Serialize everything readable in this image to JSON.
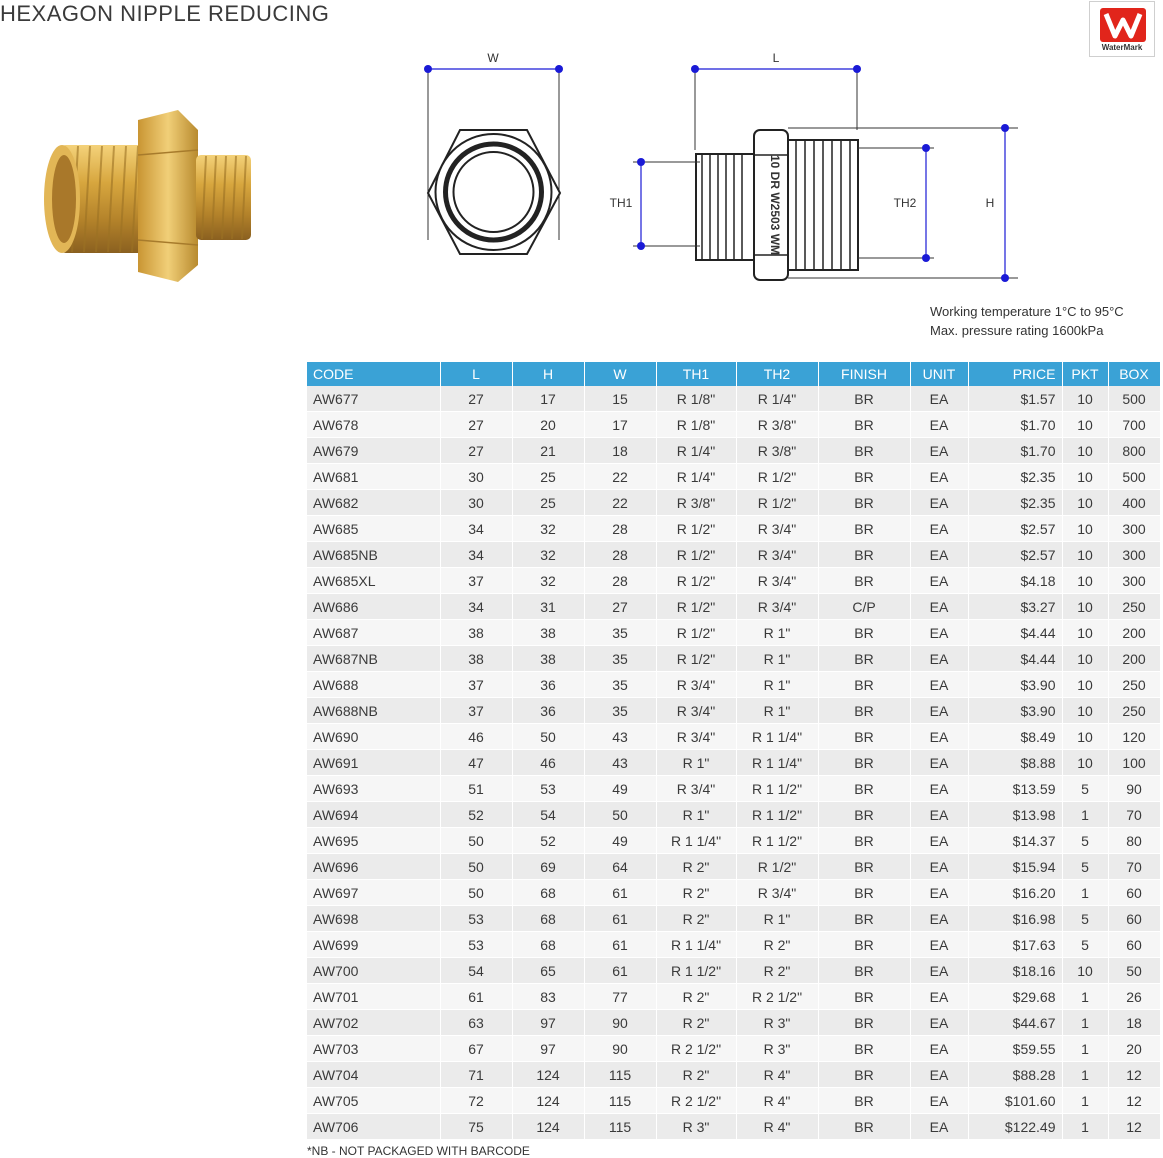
{
  "title": "HEXAGON NIPPLE REDUCING",
  "badge": {
    "text": "WaterMark",
    "color": "#e1251b"
  },
  "diagram": {
    "w": "W",
    "l": "L",
    "th1": "TH1",
    "th2": "TH2",
    "h": "H",
    "marking": "10 DR W2503 WM"
  },
  "specs": {
    "temperature": "Working temperature 1°C to 95°C",
    "pressure": "Max. pressure rating 1600kPa"
  },
  "table": {
    "header_color": "#3aa2d6",
    "columns": [
      "CODE",
      "L",
      "H",
      "W",
      "TH1",
      "TH2",
      "FINISH",
      "UNIT",
      "PRICE",
      "PKT",
      "BOX"
    ],
    "rows": [
      [
        "AW677",
        "27",
        "17",
        "15",
        "R 1/8\"",
        "R 1/4\"",
        "BR",
        "EA",
        "$1.57",
        "10",
        "500"
      ],
      [
        "AW678",
        "27",
        "20",
        "17",
        "R 1/8\"",
        "R 3/8\"",
        "BR",
        "EA",
        "$1.70",
        "10",
        "700"
      ],
      [
        "AW679",
        "27",
        "21",
        "18",
        "R 1/4\"",
        "R 3/8\"",
        "BR",
        "EA",
        "$1.70",
        "10",
        "800"
      ],
      [
        "AW681",
        "30",
        "25",
        "22",
        "R 1/4\"",
        "R 1/2\"",
        "BR",
        "EA",
        "$2.35",
        "10",
        "500"
      ],
      [
        "AW682",
        "30",
        "25",
        "22",
        "R 3/8\"",
        "R 1/2\"",
        "BR",
        "EA",
        "$2.35",
        "10",
        "400"
      ],
      [
        "AW685",
        "34",
        "32",
        "28",
        "R 1/2\"",
        "R 3/4\"",
        "BR",
        "EA",
        "$2.57",
        "10",
        "300"
      ],
      [
        "AW685NB",
        "34",
        "32",
        "28",
        "R 1/2\"",
        "R 3/4\"",
        "BR",
        "EA",
        "$2.57",
        "10",
        "300"
      ],
      [
        "AW685XL",
        "37",
        "32",
        "28",
        "R 1/2\"",
        "R 3/4\"",
        "BR",
        "EA",
        "$4.18",
        "10",
        "300"
      ],
      [
        "AW686",
        "34",
        "31",
        "27",
        "R 1/2\"",
        "R 3/4\"",
        "C/P",
        "EA",
        "$3.27",
        "10",
        "250"
      ],
      [
        "AW687",
        "38",
        "38",
        "35",
        "R 1/2\"",
        "R 1\"",
        "BR",
        "EA",
        "$4.44",
        "10",
        "200"
      ],
      [
        "AW687NB",
        "38",
        "38",
        "35",
        "R 1/2\"",
        "R 1\"",
        "BR",
        "EA",
        "$4.44",
        "10",
        "200"
      ],
      [
        "AW688",
        "37",
        "36",
        "35",
        "R 3/4\"",
        "R 1\"",
        "BR",
        "EA",
        "$3.90",
        "10",
        "250"
      ],
      [
        "AW688NB",
        "37",
        "36",
        "35",
        "R 3/4\"",
        "R 1\"",
        "BR",
        "EA",
        "$3.90",
        "10",
        "250"
      ],
      [
        "AW690",
        "46",
        "50",
        "43",
        "R 3/4\"",
        "R 1 1/4\"",
        "BR",
        "EA",
        "$8.49",
        "10",
        "120"
      ],
      [
        "AW691",
        "47",
        "46",
        "43",
        "R 1\"",
        "R 1 1/4\"",
        "BR",
        "EA",
        "$8.88",
        "10",
        "100"
      ],
      [
        "AW693",
        "51",
        "53",
        "49",
        "R 3/4\"",
        "R 1 1/2\"",
        "BR",
        "EA",
        "$13.59",
        "5",
        "90"
      ],
      [
        "AW694",
        "52",
        "54",
        "50",
        "R 1\"",
        "R 1 1/2\"",
        "BR",
        "EA",
        "$13.98",
        "1",
        "70"
      ],
      [
        "AW695",
        "50",
        "52",
        "49",
        "R 1 1/4\"",
        "R 1 1/2\"",
        "BR",
        "EA",
        "$14.37",
        "5",
        "80"
      ],
      [
        "AW696",
        "50",
        "69",
        "64",
        "R 2\"",
        "R 1/2\"",
        "BR",
        "EA",
        "$15.94",
        "5",
        "70"
      ],
      [
        "AW697",
        "50",
        "68",
        "61",
        "R 2\"",
        "R 3/4\"",
        "BR",
        "EA",
        "$16.20",
        "1",
        "60"
      ],
      [
        "AW698",
        "53",
        "68",
        "61",
        "R 2\"",
        "R 1\"",
        "BR",
        "EA",
        "$16.98",
        "5",
        "60"
      ],
      [
        "AW699",
        "53",
        "68",
        "61",
        "R 1 1/4\"",
        "R 2\"",
        "BR",
        "EA",
        "$17.63",
        "5",
        "60"
      ],
      [
        "AW700",
        "54",
        "65",
        "61",
        "R 1 1/2\"",
        "R 2\"",
        "BR",
        "EA",
        "$18.16",
        "10",
        "50"
      ],
      [
        "AW701",
        "61",
        "83",
        "77",
        "R 2\"",
        "R 2 1/2\"",
        "BR",
        "EA",
        "$29.68",
        "1",
        "26"
      ],
      [
        "AW702",
        "63",
        "97",
        "90",
        "R 2\"",
        "R 3\"",
        "BR",
        "EA",
        "$44.67",
        "1",
        "18"
      ],
      [
        "AW703",
        "67",
        "97",
        "90",
        "R 2 1/2\"",
        "R 3\"",
        "BR",
        "EA",
        "$59.55",
        "1",
        "20"
      ],
      [
        "AW704",
        "71",
        "124",
        "115",
        "R 2\"",
        "R 4\"",
        "BR",
        "EA",
        "$88.28",
        "1",
        "12"
      ],
      [
        "AW705",
        "72",
        "124",
        "115",
        "R 2 1/2\"",
        "R 4\"",
        "BR",
        "EA",
        "$101.60",
        "1",
        "12"
      ],
      [
        "AW706",
        "75",
        "124",
        "115",
        "R 3\"",
        "R 4\"",
        "BR",
        "EA",
        "$122.49",
        "1",
        "12"
      ]
    ]
  },
  "footnote": "*NB - NOT PACKAGED WITH BARCODE"
}
